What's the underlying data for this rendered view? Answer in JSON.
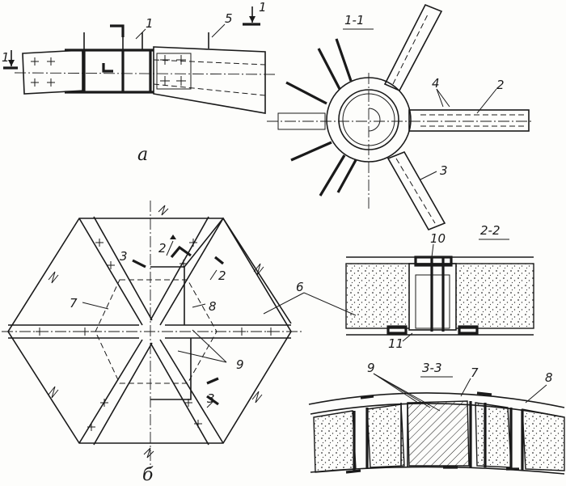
{
  "view_a": {
    "caption": "а",
    "callouts": [
      "1",
      "5"
    ],
    "cut_marks": [
      "1",
      "1"
    ]
  },
  "section_1_1": {
    "title": "1-1",
    "callouts": [
      "2",
      "3",
      "4"
    ]
  },
  "view_b": {
    "caption": "б",
    "callouts": [
      "7",
      "8",
      "6",
      "9"
    ],
    "cut_marks": [
      "2",
      "2",
      "3",
      "3"
    ]
  },
  "section_2_2": {
    "title": "2-2",
    "callouts": [
      "10",
      "11"
    ]
  },
  "section_3_3": {
    "title": "3-3",
    "callouts": [
      "9",
      "7",
      "8"
    ]
  }
}
